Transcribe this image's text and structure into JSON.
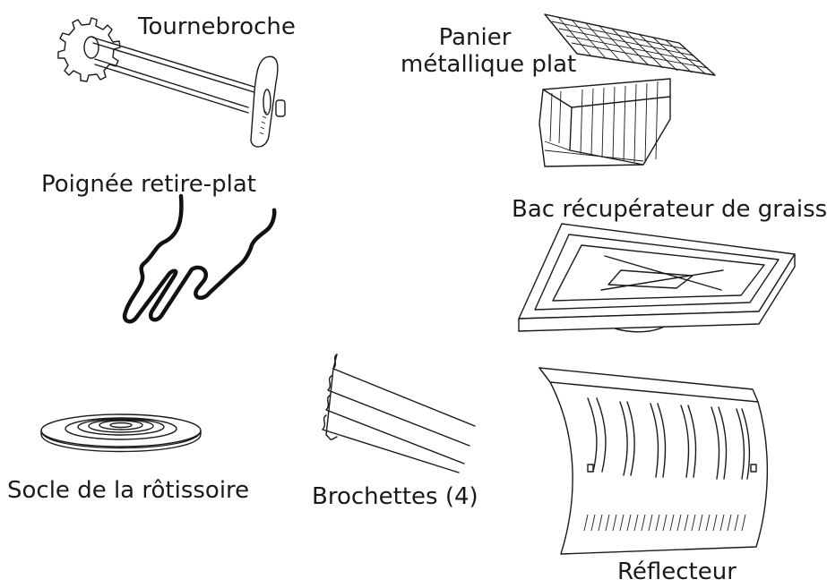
{
  "labels": {
    "rotisserie_spit": "Tournebroche",
    "flat_basket_line1": "Panier",
    "flat_basket_line2": "métallique plat",
    "dish_handle": "Poignée retire-plat",
    "drip_pan": "Bac récupérateur de graisse",
    "rotisserie_base": "Socle de la rôtissoire",
    "skewers": "Brochettes (4)",
    "reflector": "Réflecteur"
  },
  "colors": {
    "line": "#1a1a1a",
    "background": "#ffffff"
  }
}
